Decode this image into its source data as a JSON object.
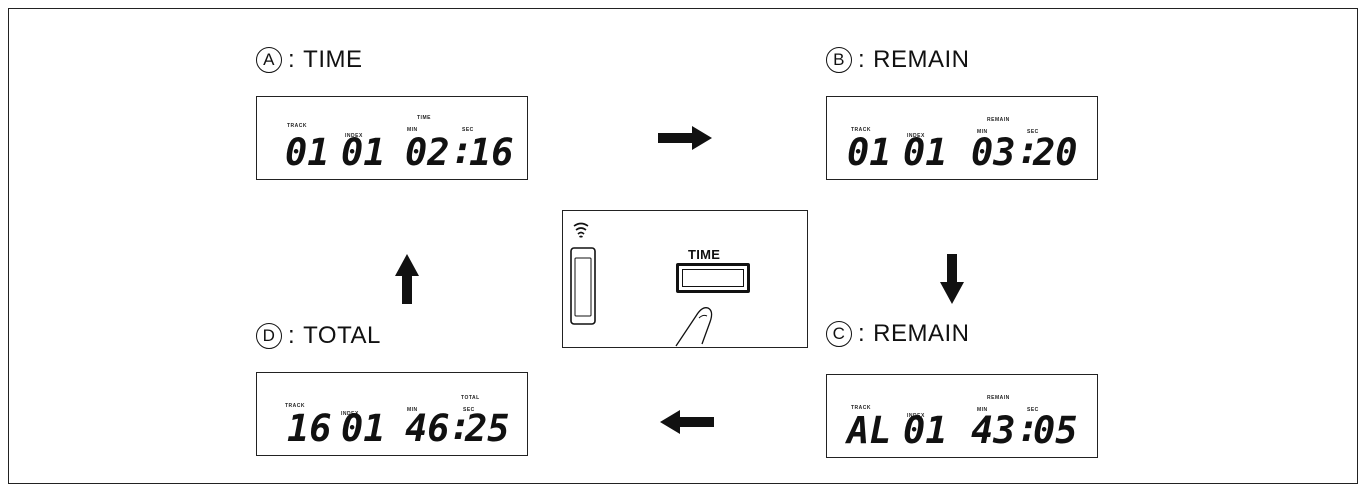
{
  "modes": {
    "a": {
      "letter": "A",
      "sep": ":",
      "name": "TIME"
    },
    "b": {
      "letter": "B",
      "sep": ":",
      "name": "REMAIN"
    },
    "c": {
      "letter": "C",
      "sep": ":",
      "name": "REMAIN"
    },
    "d": {
      "letter": "D",
      "sep": ":",
      "name": "TOTAL"
    }
  },
  "displays": {
    "a": {
      "track_label": "TRACK",
      "index_label": "INDEX",
      "mode_label": "TIME",
      "min_label": "MIN",
      "sec_label": "SEC",
      "track": "01",
      "index": "01",
      "minutes": "02",
      "seconds": "16"
    },
    "b": {
      "track_label": "TRACK",
      "index_label": "INDEX",
      "mode_label": "REMAIN",
      "min_label": "MIN",
      "sec_label": "SEC",
      "track": "01",
      "index": "01",
      "minutes": "03",
      "seconds": "20"
    },
    "c": {
      "track_label": "TRACK",
      "index_label": "INDEX",
      "mode_label": "REMAIN",
      "min_label": "MIN",
      "sec_label": "SEC",
      "track": "AL",
      "index": "01",
      "minutes": "43",
      "seconds": "05"
    },
    "d": {
      "track_label": "TRACK",
      "index_label": "INDEX",
      "mode_label": "TOTAL",
      "min_label": "MIN",
      "sec_label": "SEC",
      "track": "16",
      "index": "01",
      "minutes": "46",
      "seconds": "25"
    }
  },
  "remote": {
    "button_label": "TIME"
  },
  "icons": [
    "arrow-right-icon",
    "arrow-down-icon",
    "arrow-left-icon",
    "arrow-up-icon",
    "remote-control-icon",
    "signal-waves-icon",
    "finger-icon"
  ]
}
